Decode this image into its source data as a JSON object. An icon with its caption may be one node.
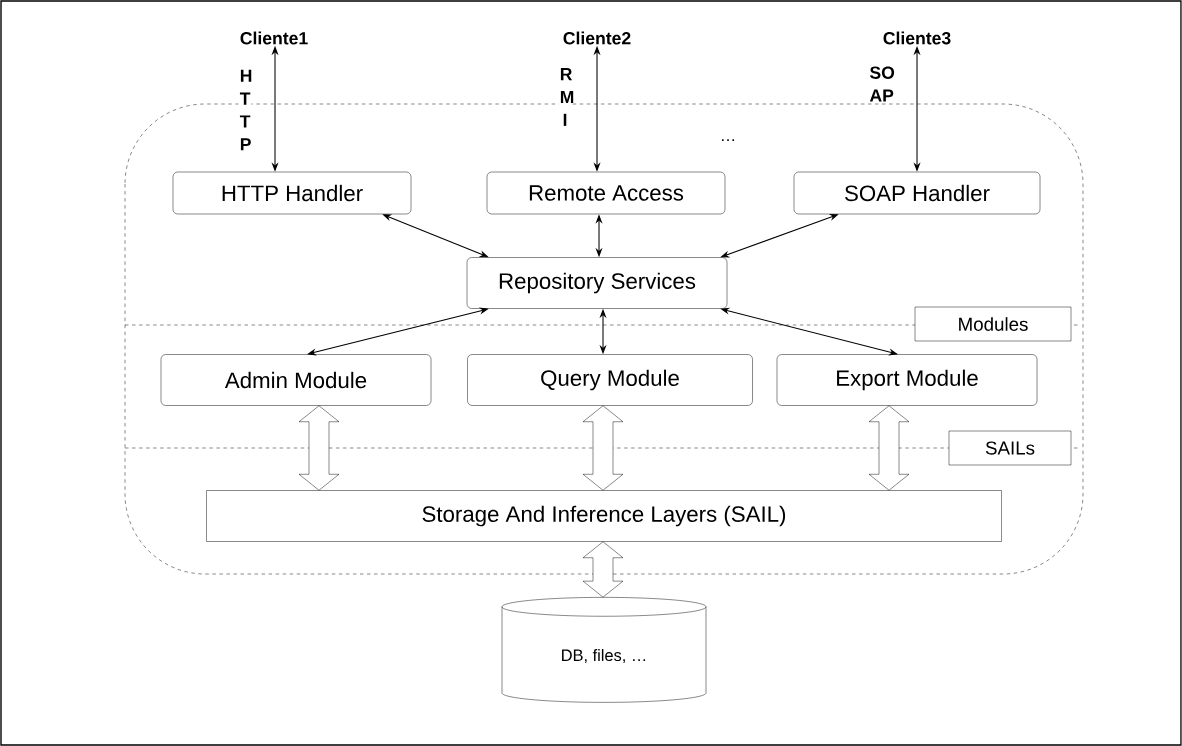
{
  "diagram": {
    "nodes": [
      {
        "text": [
          "Cliente1"
        ]
      },
      {
        "text": [
          "Cliente2"
        ]
      },
      {
        "text": [
          "Cliente3"
        ]
      },
      {
        "text": [
          "HTTP Handler"
        ]
      },
      {
        "text": [
          "Remote Access"
        ]
      },
      {
        "text": [
          "SOAP Handler"
        ]
      },
      {
        "text": [
          "Repository Services"
        ]
      },
      {
        "text": [
          "Admin Module"
        ]
      },
      {
        "text": [
          "Query Module"
        ]
      },
      {
        "text": [
          "Export Module"
        ]
      },
      {
        "text": [
          "Modules"
        ]
      },
      {
        "text": [
          "SAILs"
        ]
      },
      {
        "text": [
          "Storage And Inference Layers (SAIL)"
        ]
      },
      {
        "text": [
          "DB, files, …"
        ]
      }
    ],
    "edges": [
      {
        "from": 0,
        "to": 3,
        "arrow": "both",
        "label": "H T T P"
      },
      {
        "from": 1,
        "to": 4,
        "arrow": "both",
        "label": "R M I"
      },
      {
        "from": 2,
        "to": 5,
        "arrow": "both",
        "label": "SO AP"
      },
      {
        "from": 3,
        "to": 6,
        "arrow": "both"
      },
      {
        "from": 4,
        "to": 6,
        "arrow": "both"
      },
      {
        "from": 5,
        "to": 6,
        "arrow": "both"
      },
      {
        "from": 6,
        "to": 7,
        "arrow": "both"
      },
      {
        "from": 6,
        "to": 8,
        "arrow": "both"
      },
      {
        "from": 6,
        "to": 9,
        "arrow": "both"
      },
      {
        "from": 7,
        "to": 12,
        "arrow": "both",
        "style": "thick"
      },
      {
        "from": 8,
        "to": 12,
        "arrow": "both",
        "style": "thick"
      },
      {
        "from": 9,
        "to": 12,
        "arrow": "both",
        "style": "thick"
      },
      {
        "from": 12,
        "to": 13,
        "arrow": "both",
        "style": "thick"
      }
    ],
    "labels": [
      "…"
    ]
  }
}
